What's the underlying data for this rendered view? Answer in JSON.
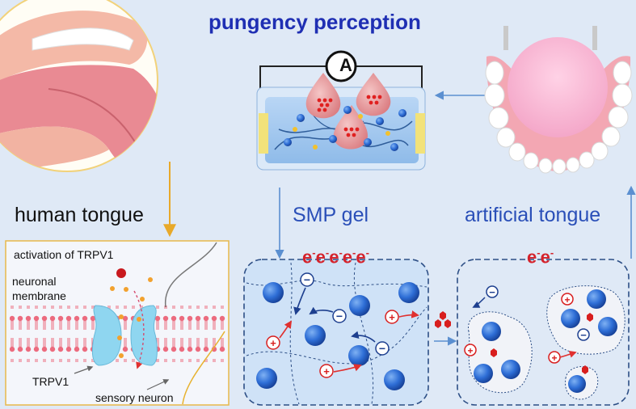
{
  "title": "pungency perception",
  "labels": {
    "human_tongue": "human  tongue",
    "smp_gel": "SMP gel",
    "artificial_tongue": "artificial tongue",
    "ammeter": "A"
  },
  "electrons": {
    "left": {
      "base": "e e e e e ",
      "text": "e",
      "sup": "-",
      "count": 5
    },
    "right": {
      "text": "e",
      "sup": "-",
      "count": 2
    }
  },
  "inset": {
    "activation": "activation of TRPV1",
    "membrane_line1": "neuronal",
    "membrane_line2": "membrane",
    "channel": "TRPV1",
    "neuron": "sensory neuron"
  },
  "ion_symbols": {
    "cation": "+",
    "anion": "−"
  },
  "colors": {
    "background": "#dfe9f6",
    "title": "#1f2fb3",
    "accent_blue": "#2a4fb8",
    "electron_red": "#d4222b",
    "sphere_blue": "#2e6ed6",
    "arrow_blue": "#5b8fd0",
    "inset_border": "#e8b84a",
    "inset_bg": "#f4f6fb",
    "tongue_pink": "#e98a93"
  }
}
